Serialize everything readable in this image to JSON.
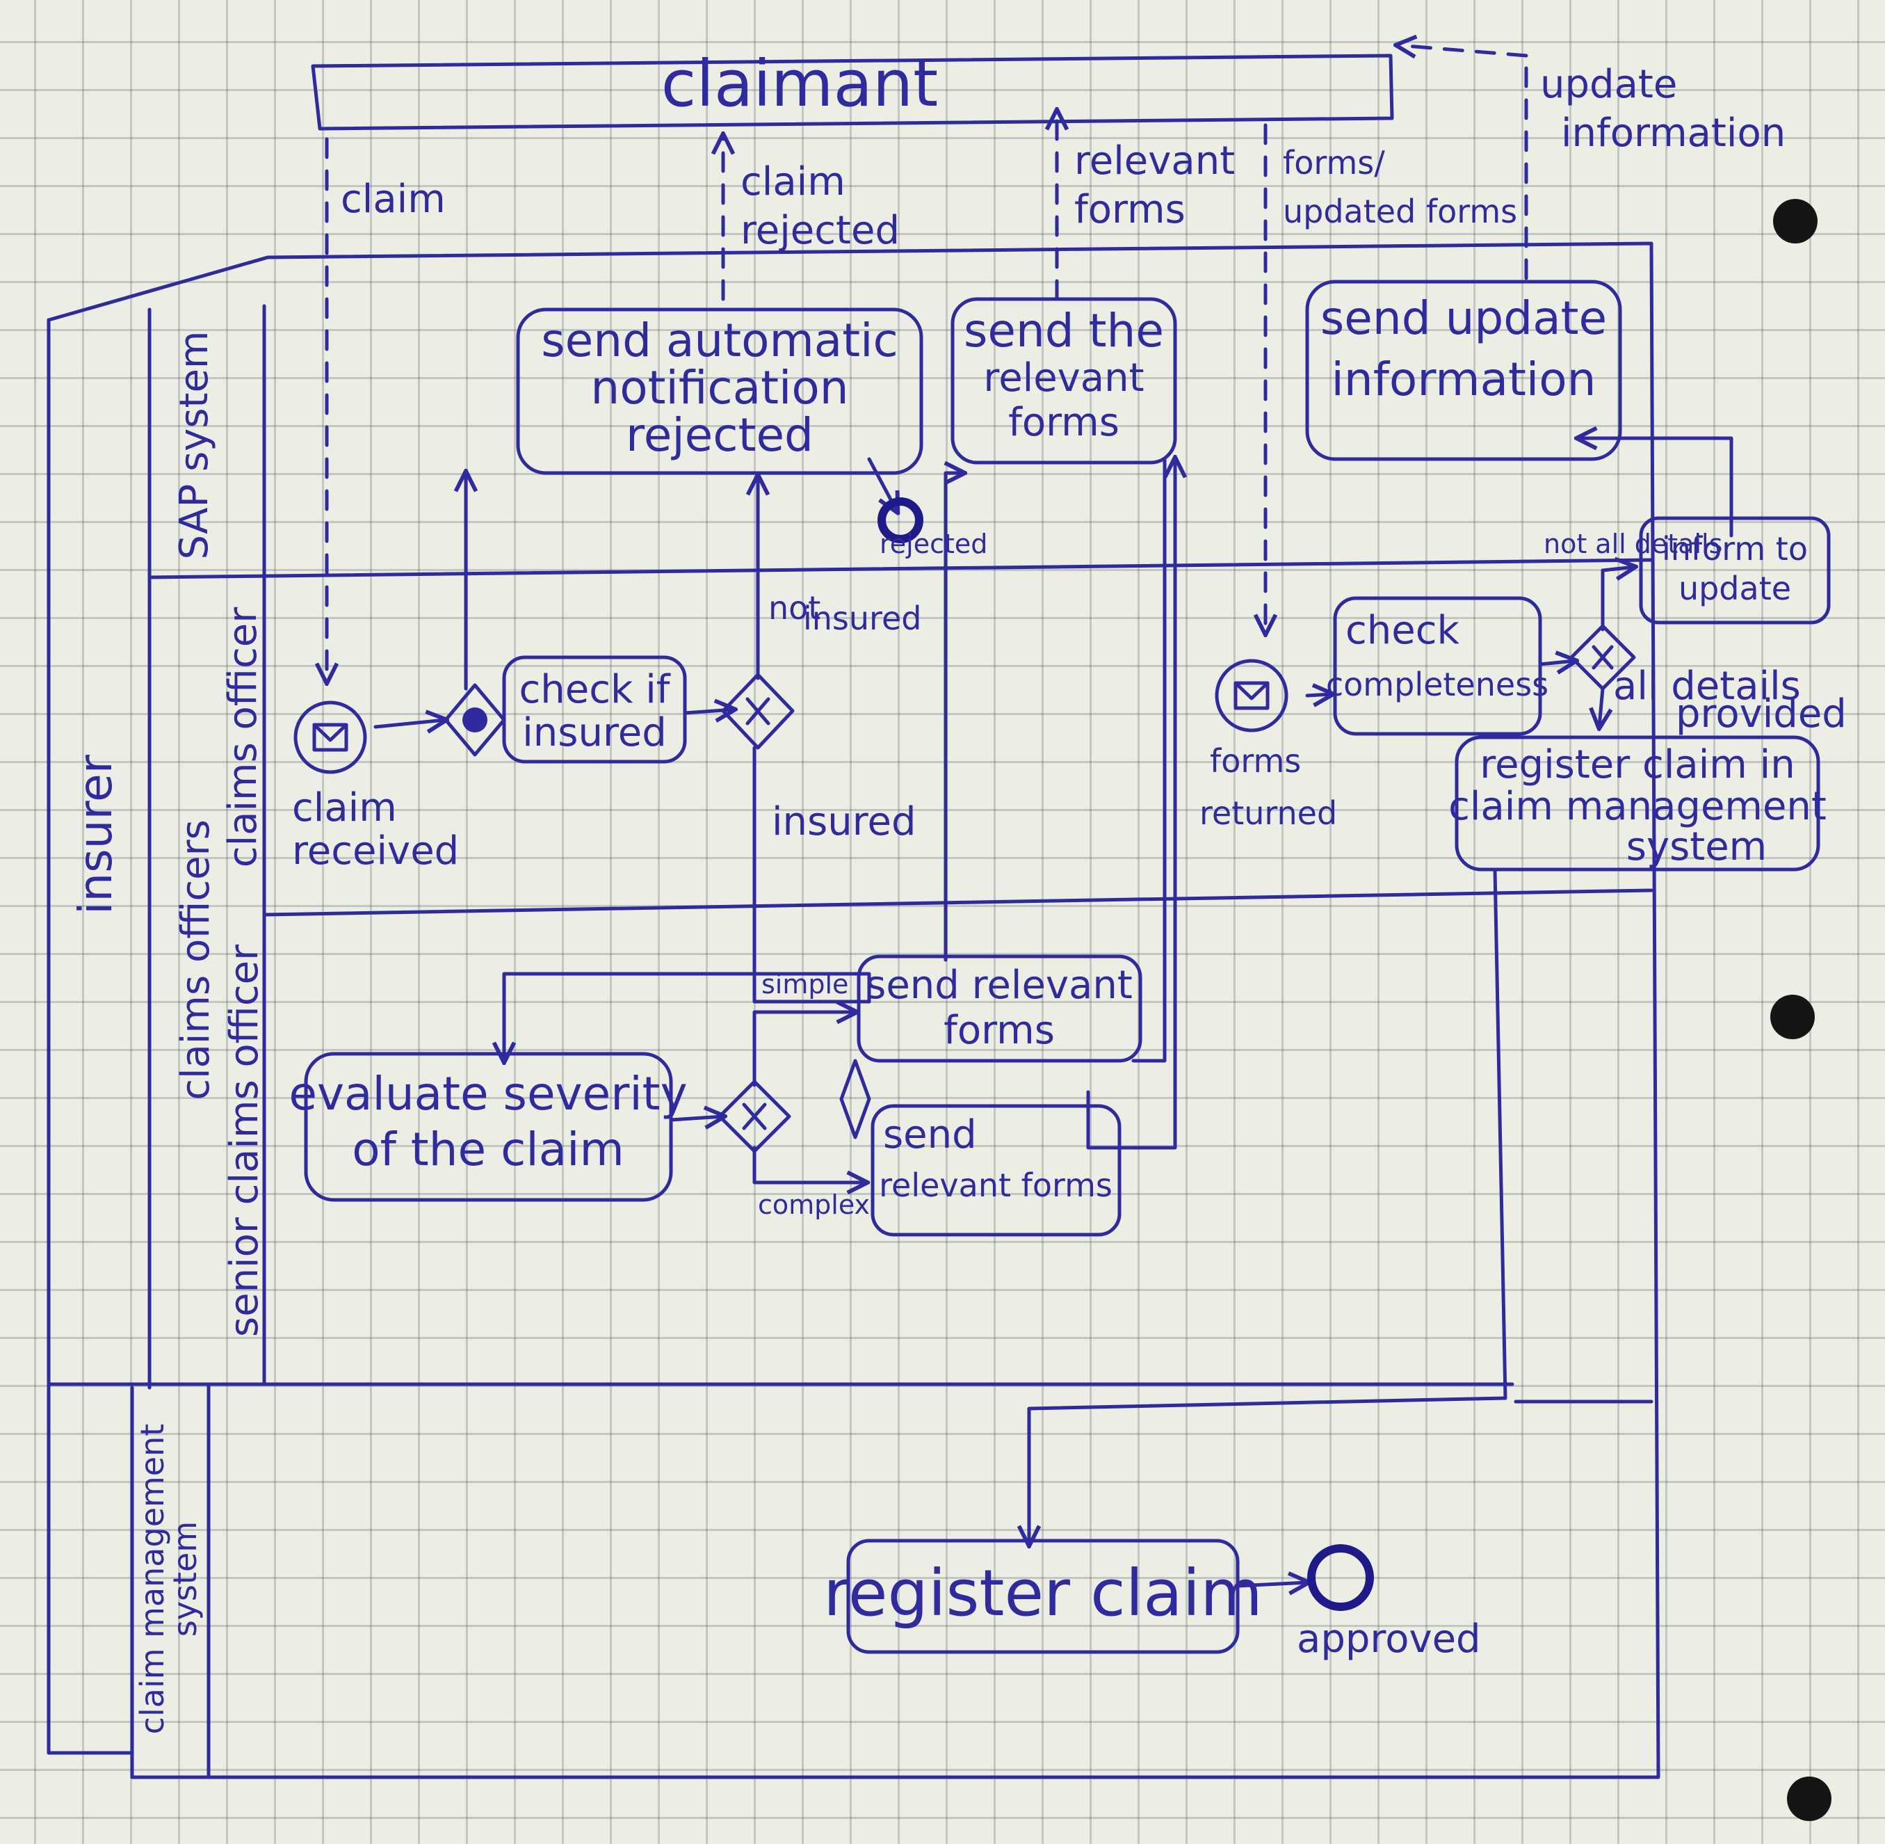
{
  "pools": {
    "claimant": "claimant",
    "insurer": "insurer"
  },
  "lanes": {
    "sap_system": "SAP system",
    "claims_officers": "claims officers",
    "claims_officer": "claims officer",
    "senior_claims_officer": "senior claims officer",
    "claim_management_system": [
      "claim management",
      "system"
    ]
  },
  "messages": {
    "claim": "claim",
    "claim_rejected": [
      "claim",
      "rejected"
    ],
    "relevant_forms": [
      "relevant",
      "forms"
    ],
    "forms_updated": [
      "forms/",
      "updated forms"
    ],
    "update_information": [
      "update",
      "information"
    ]
  },
  "tasks": {
    "send_automatic_notification": [
      "send automatic",
      "notification",
      "rejected"
    ],
    "send_the_relevant_forms": [
      "send the",
      "relevant",
      "forms"
    ],
    "send_update_information": [
      "send update",
      "information"
    ],
    "check_if_insured": [
      "check if",
      "insured"
    ],
    "check_completeness": [
      "check",
      "completeness"
    ],
    "inform_to_update": [
      "inform to",
      "update"
    ],
    "register_claim_in_cms": [
      "register claim in",
      "claim management",
      "system"
    ],
    "send_relevant_forms_simple": [
      "send relevant",
      "forms"
    ],
    "send_relevant_forms_complex": [
      "send",
      "relevant forms"
    ],
    "evaluate_severity": [
      "evaluate severity",
      "of the claim"
    ],
    "register_claim": "register claim"
  },
  "events": {
    "claim_received": [
      "claim",
      "received"
    ],
    "forms_returned": [
      "forms",
      "returned"
    ],
    "rejected": "rejected",
    "approved": "approved"
  },
  "flow_labels": {
    "not_insured": [
      "not",
      "insured"
    ],
    "insured": "insured",
    "not_all_details": "not all details",
    "all_details_provided": [
      "all details",
      "provided"
    ],
    "simple": "simple",
    "complex": "complex"
  },
  "colors": {
    "ink": "#2f2aa0",
    "paper": "#eceee4",
    "grid": "#5a6064"
  }
}
